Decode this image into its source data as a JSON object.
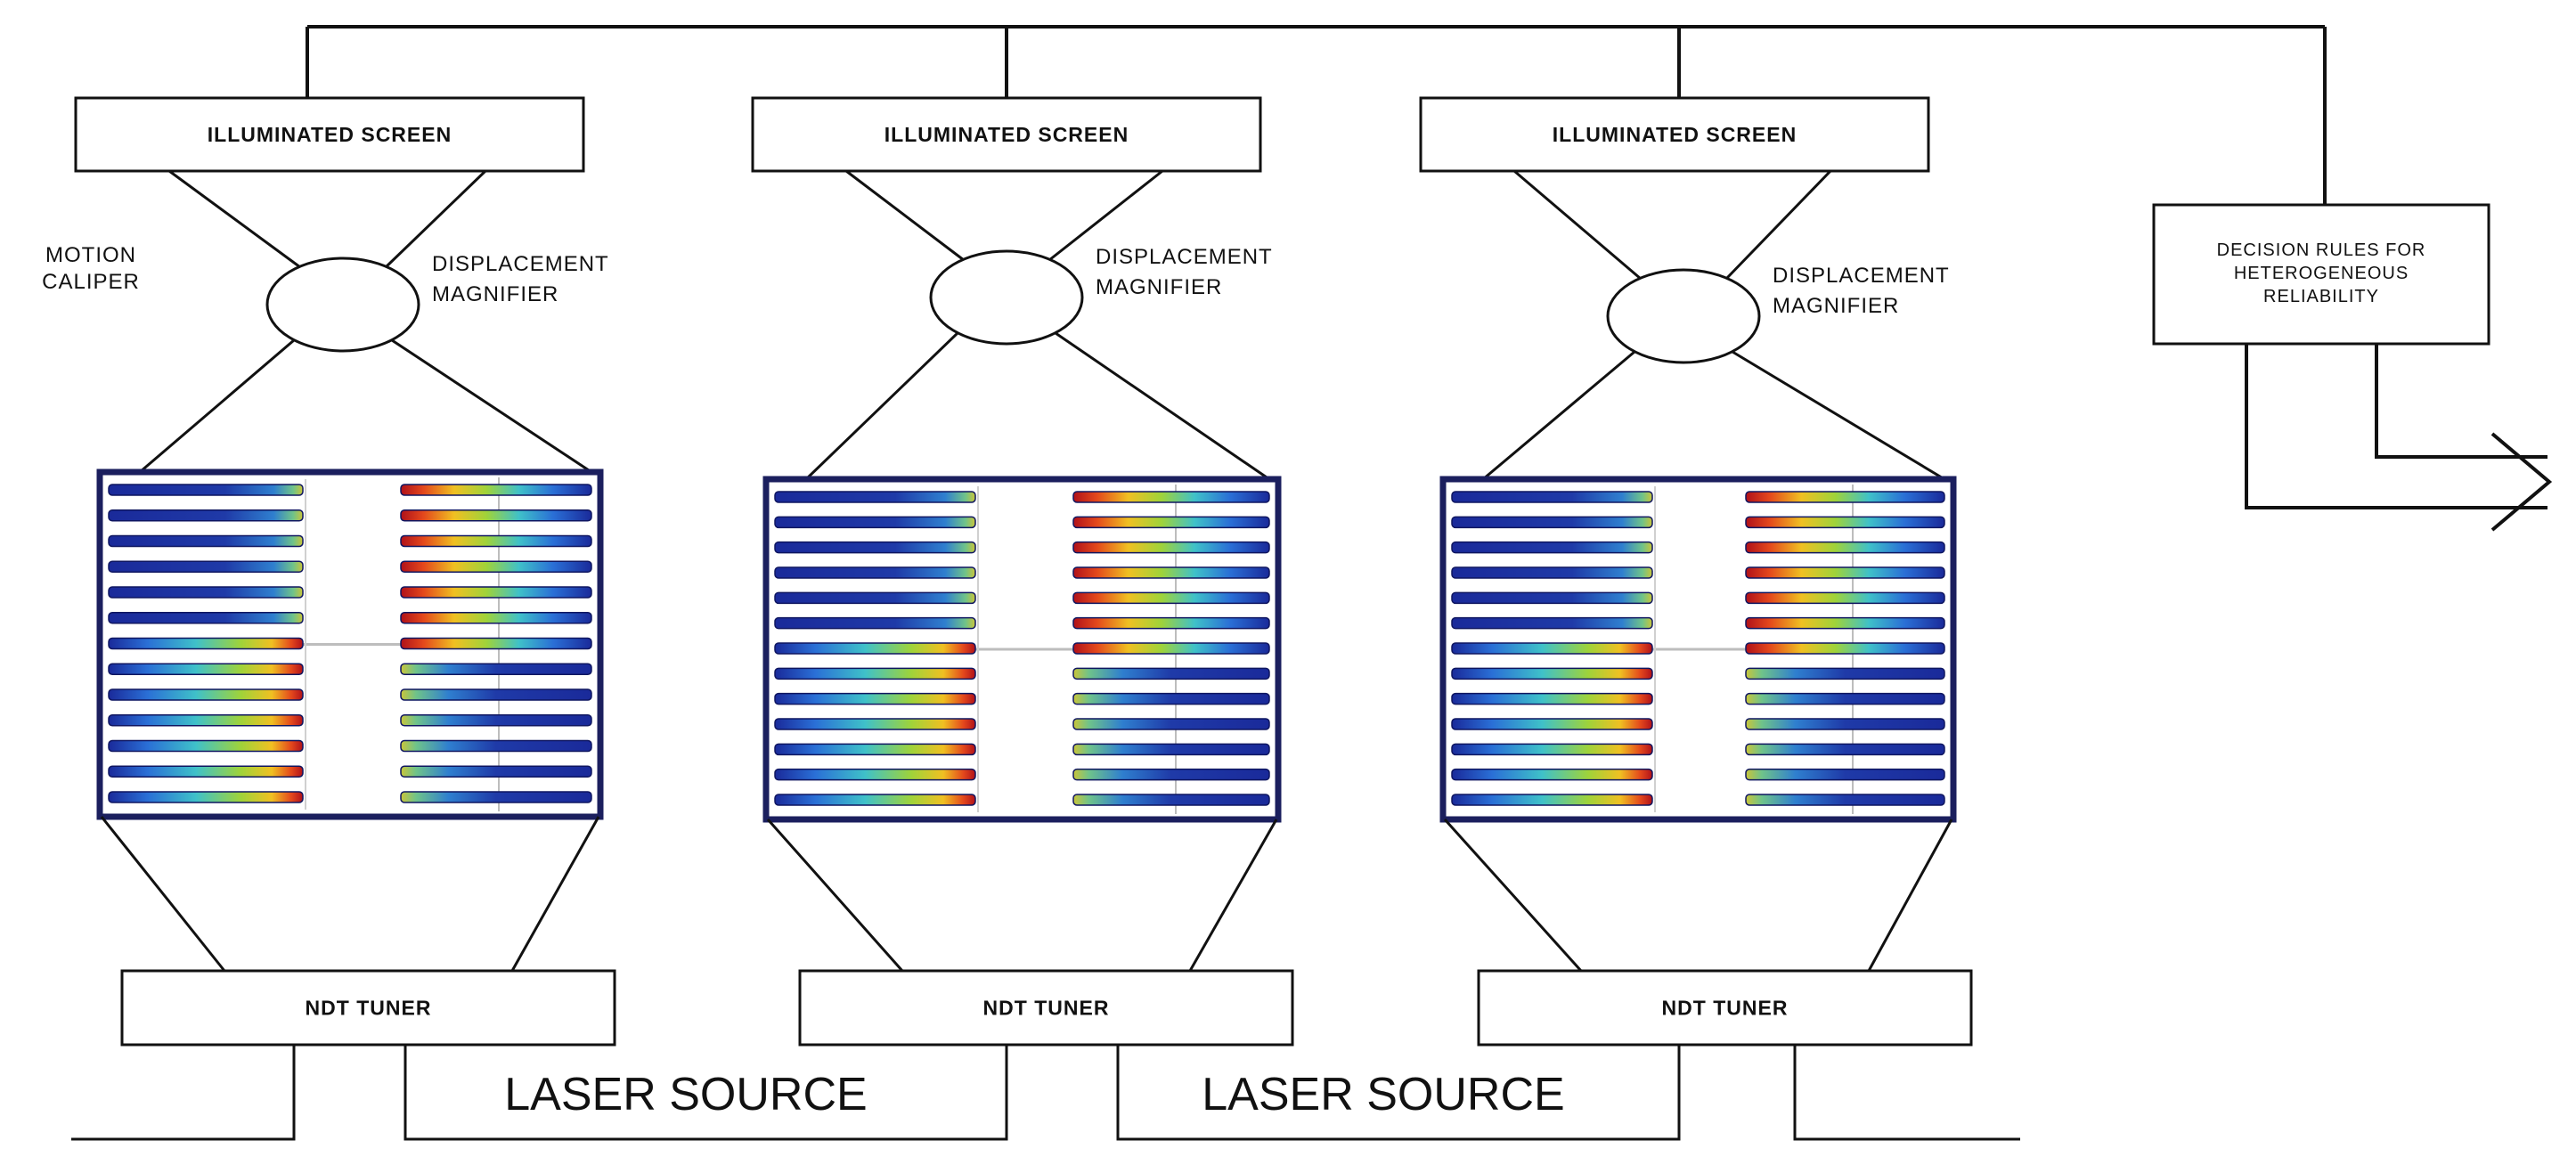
{
  "modules": [
    {
      "screen_label": "ILLUMINATED SCREEN",
      "left_label": [
        "MOTION",
        "CALIPER"
      ],
      "magnifier_label": [
        "DISPLACEMENT",
        "MAGNIFIER"
      ],
      "tuner_label": "NDT TUNER"
    },
    {
      "screen_label": "ILLUMINATED SCREEN",
      "left_label": [],
      "magnifier_label": [
        "DISPLACEMENT",
        "MAGNIFIER"
      ],
      "tuner_label": "NDT TUNER"
    },
    {
      "screen_label": "ILLUMINATED SCREEN",
      "left_label": [],
      "magnifier_label": [
        "DISPLACEMENT",
        "MAGNIFIER"
      ],
      "tuner_label": "NDT TUNER"
    }
  ],
  "decision_box": {
    "lines": [
      "DECISION RULES FOR",
      "HETEROGENEOUS",
      "RELIABILITY"
    ]
  },
  "laser_sources": [
    "LASER SOURCE",
    "LASER SOURCE"
  ],
  "colors": {
    "line": "#111111",
    "panel_border": "#1b1f5e",
    "bar_base": "#1a2a9a",
    "heat_gradient": [
      "#1a2a9a",
      "#2a6fd6",
      "#3fc1c9",
      "#b8d432",
      "#f0b323",
      "#d8281a",
      "#b0111a"
    ]
  }
}
